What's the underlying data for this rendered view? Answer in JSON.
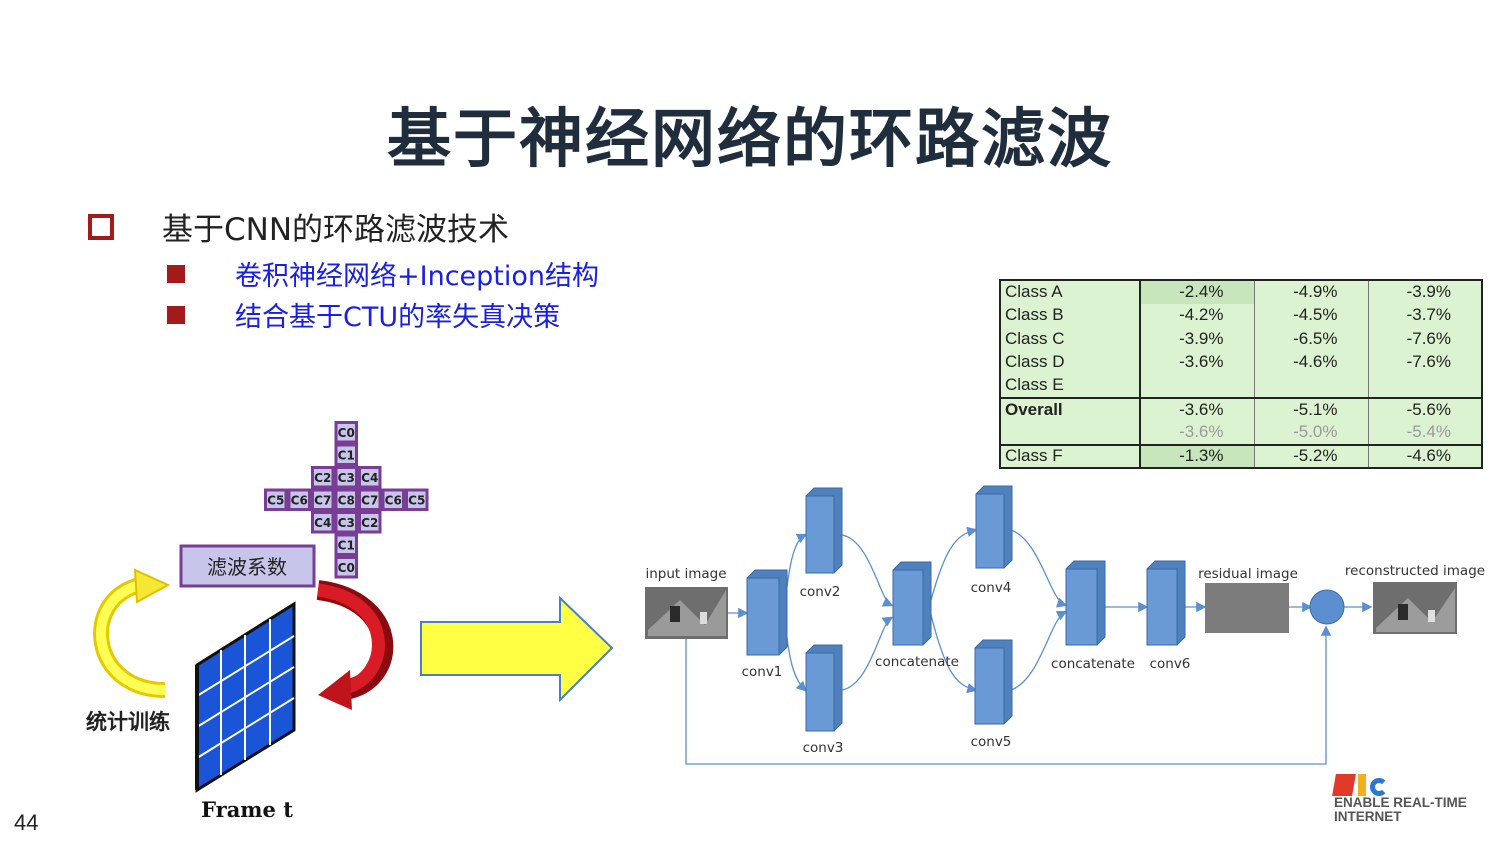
{
  "title": "基于神经网络的环路滤波",
  "bullets": {
    "main": "基于CNN的环路滤波技术",
    "sub": [
      "卷积神经网络+Inception结构",
      "结合基于CTU的率失真决策"
    ]
  },
  "table": {
    "rows": [
      {
        "label": "Class A",
        "v": [
          "-2.4%",
          "-4.9%",
          "-3.9%"
        ]
      },
      {
        "label": "Class B",
        "v": [
          "-4.2%",
          "-4.5%",
          "-3.7%"
        ]
      },
      {
        "label": "Class C",
        "v": [
          "-3.9%",
          "-6.5%",
          "-7.6%"
        ]
      },
      {
        "label": "Class D",
        "v": [
          "-3.6%",
          "-4.6%",
          "-7.6%"
        ]
      },
      {
        "label": "Class E",
        "v": [
          "",
          "",
          ""
        ]
      },
      {
        "label": "Overall",
        "v": [
          "-3.6%",
          "-5.1%",
          "-5.6%"
        ]
      },
      {
        "label": "",
        "v": [
          "-3.6%",
          "-5.0%",
          "-5.4%"
        ]
      },
      {
        "label": "Class F",
        "v": [
          "-1.3%",
          "-5.2%",
          "-4.6%"
        ]
      }
    ]
  },
  "left_diagram": {
    "coeff_grid": {
      "cells": [
        "C0",
        "C1",
        "C2",
        "C3",
        "C4",
        "C5",
        "C6",
        "C7",
        "C8",
        "C7",
        "C6",
        "C5",
        "C4",
        "C3",
        "C2",
        "C1",
        "C0"
      ]
    },
    "filter_coeff_label": "滤波系数",
    "training_label": "统计训练",
    "frame_label": "Frame t"
  },
  "network": {
    "input_label": "input image",
    "conv1": "conv1",
    "conv2": "conv2",
    "conv3": "conv3",
    "concat1": "concatenate",
    "conv4": "conv4",
    "conv5": "conv5",
    "concat2": "concatenate",
    "conv6": "conv6",
    "residual_label": "residual image",
    "reconstructed_label": "reconstructed image"
  },
  "page_number": "44",
  "logo": {
    "line1": "ENABLE  REAL-TIME",
    "line2": "INTERNET"
  },
  "colors": {
    "title": "#1f2d3d",
    "bullet_red": "#a21a1a",
    "sub_blue": "#1a20e0",
    "grid_purple": "#7a3d96",
    "grid_fill": "#c7c5ea",
    "block_blue": "#5b8fd0",
    "table_green": "#dcf3d1",
    "arrow_yellow": "#ffff44",
    "arrow_red": "#c0141c"
  }
}
